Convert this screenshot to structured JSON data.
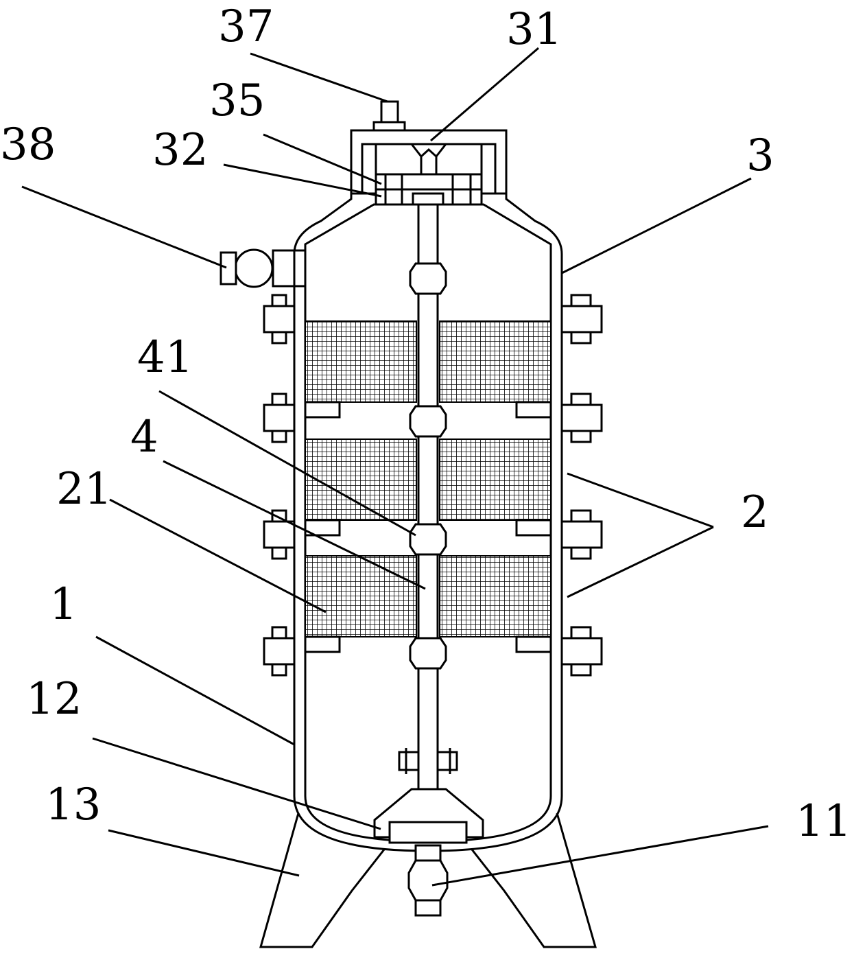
{
  "labels": {
    "l37": "37",
    "l31": "31",
    "l35": "35",
    "l38": "38",
    "l32": "32",
    "l3": "3",
    "l41": "41",
    "l4": "4",
    "l21": "21",
    "l2": "2",
    "l1": "1",
    "l12": "12",
    "l13": "13",
    "l11": "11"
  },
  "filter_layers": 3
}
